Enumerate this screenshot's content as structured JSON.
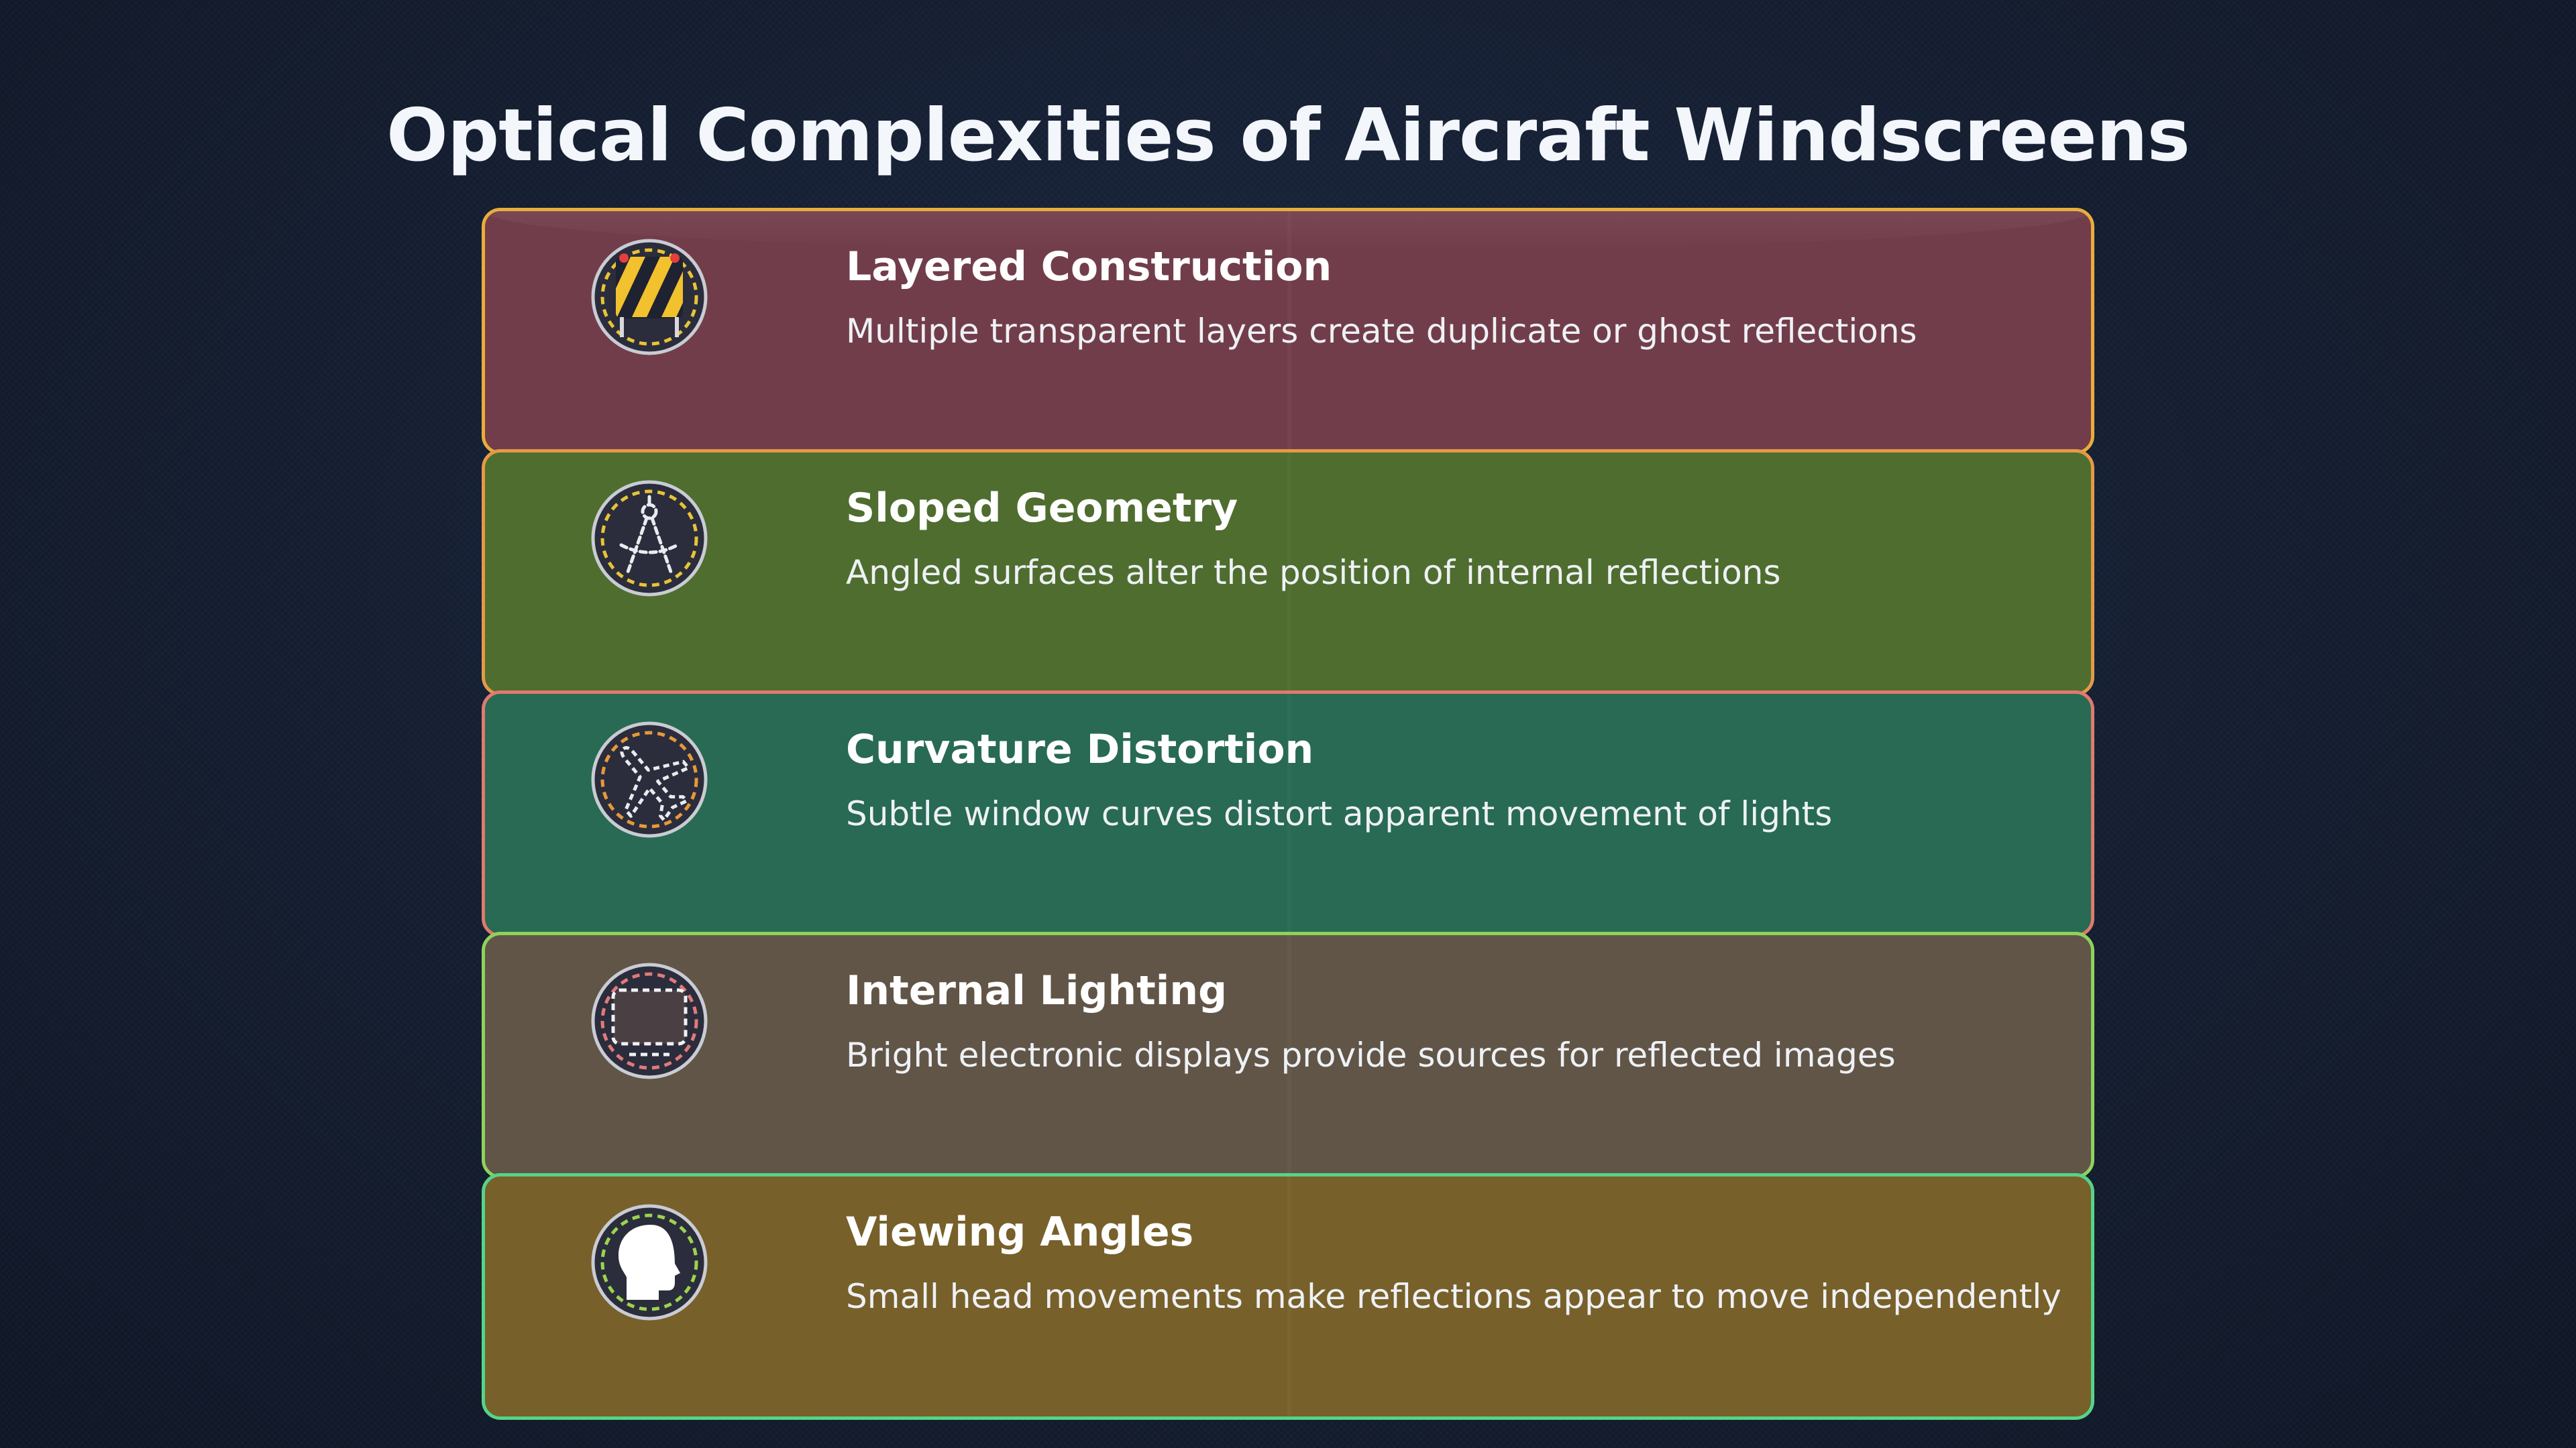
{
  "page": {
    "title": "Optical Complexities of Aircraft Windscreens"
  },
  "items": [
    {
      "title": "Layered Construction",
      "description": "Multiple transparent layers create duplicate or ghost reflections",
      "icon": "layered-construction-icon",
      "background": "#723d4a",
      "border": "#e8ad3a"
    },
    {
      "title": "Sloped Geometry",
      "description": "Angled surfaces alter the position of internal reflections",
      "icon": "compass-icon",
      "background": "#4f6d2f",
      "border": "#e39a48"
    },
    {
      "title": "Curvature Distortion",
      "description": "Subtle window curves distort apparent movement of lights",
      "icon": "airplane-icon",
      "background": "#286a53",
      "border": "#e07a6f"
    },
    {
      "title": "Internal Lighting",
      "description": "Bright electronic displays provide sources for reflected images",
      "icon": "display-screen-icon",
      "background": "#615548",
      "border": "#8ed35a"
    },
    {
      "title": "Viewing Angles",
      "description": "Small head movements make reflections appear to move independently",
      "icon": "head-profile-icon",
      "background": "#77602a",
      "border": "#56d487"
    }
  ]
}
